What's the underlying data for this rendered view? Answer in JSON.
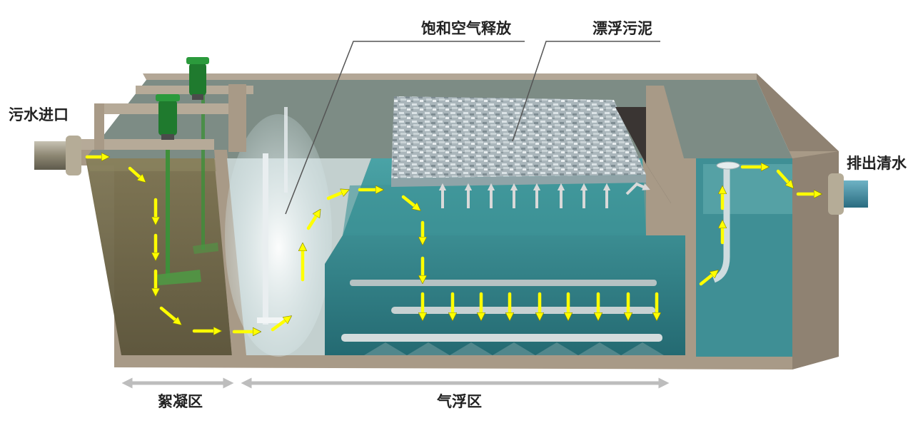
{
  "labels": {
    "inlet": "污水进口",
    "outlet": "排出清水",
    "saturated_air": "饱和空气释放",
    "floating_sludge": "漂浮污泥",
    "flocculation_zone": "絮凝区",
    "flotation_zone": "气浮区"
  },
  "colors": {
    "flow_arrow": "#ffff00",
    "concrete": "#9b8d7c",
    "water": "#2f7f86",
    "motor": "#1f7a2e",
    "sludge": "#b8c2c6",
    "dimension_arrow": "#a6a6a6"
  },
  "icons": {
    "flow": "arrow-right-icon",
    "dimension": "double-arrow-icon",
    "updraft": "arrow-up-icon"
  }
}
